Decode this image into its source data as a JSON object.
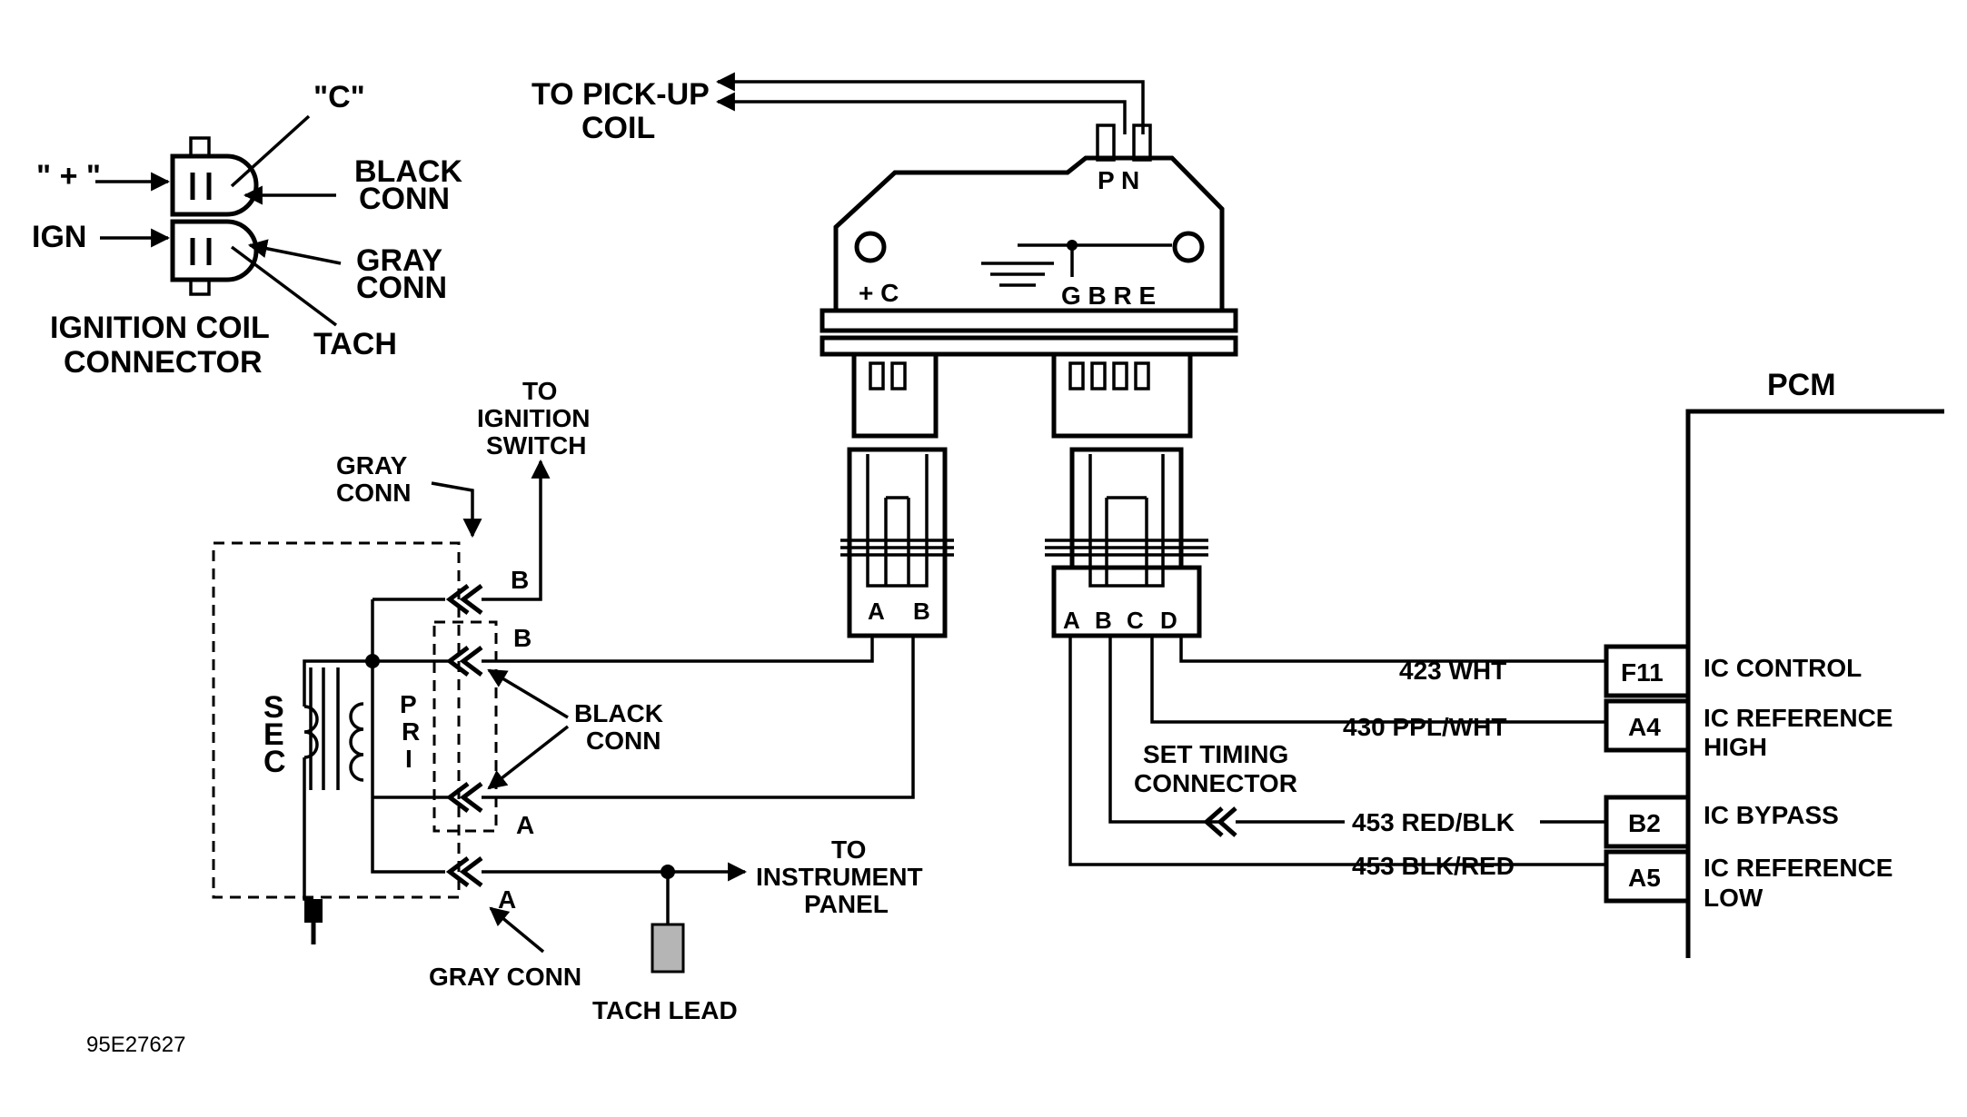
{
  "coil_connector": {
    "plus_label": "\" + \"",
    "c_label": "\"C\"",
    "ign_label": "IGN",
    "black_conn": [
      "BLACK",
      "CONN"
    ],
    "gray_conn": [
      "GRAY",
      "CONN"
    ],
    "tach_label": "TACH",
    "title": [
      "IGNITION COIL",
      "CONNECTOR"
    ]
  },
  "module": {
    "pickup_label": [
      "TO PICK-UP",
      "COIL"
    ],
    "pn_label": "P N",
    "left_terminals": "+ C",
    "right_terminals": "G B R E"
  },
  "coil_circuit": {
    "ignition_switch": [
      "TO",
      "IGNITION",
      "SWITCH"
    ],
    "gray_conn_top": [
      "GRAY",
      "CONN"
    ],
    "sec_label": "SEC",
    "pri_label": "PRI",
    "pin_b_outer": "B",
    "pin_b_inner": "B",
    "pin_a_inner": "A",
    "pin_a_outer": "A",
    "black_conn": [
      "BLACK",
      "CONN"
    ],
    "gray_conn_bottom": "GRAY CONN",
    "tach_lead": "TACH LEAD",
    "instrument_panel": [
      "TO",
      "INSTRUMENT",
      "PANEL"
    ]
  },
  "connectors": {
    "two_pin": [
      "A",
      "B"
    ],
    "four_pin": [
      "A",
      "B",
      "C",
      "D"
    ]
  },
  "pcm": {
    "title": "PCM",
    "set_timing": [
      "SET TIMING",
      "CONNECTOR"
    ],
    "rows": [
      {
        "wire": "423  WHT",
        "pin": "F11",
        "desc": [
          "IC CONTROL"
        ]
      },
      {
        "wire": "430  PPL/WHT",
        "pin": "A4",
        "desc": [
          "IC REFERENCE",
          "HIGH"
        ]
      },
      {
        "wire": "453  RED/BLK",
        "pin": "B2",
        "desc": [
          "IC BYPASS"
        ]
      },
      {
        "wire": "453  BLK/RED",
        "pin": "A5",
        "desc": [
          "IC REFERENCE",
          "LOW"
        ]
      }
    ]
  },
  "figure_code": "95E27627"
}
